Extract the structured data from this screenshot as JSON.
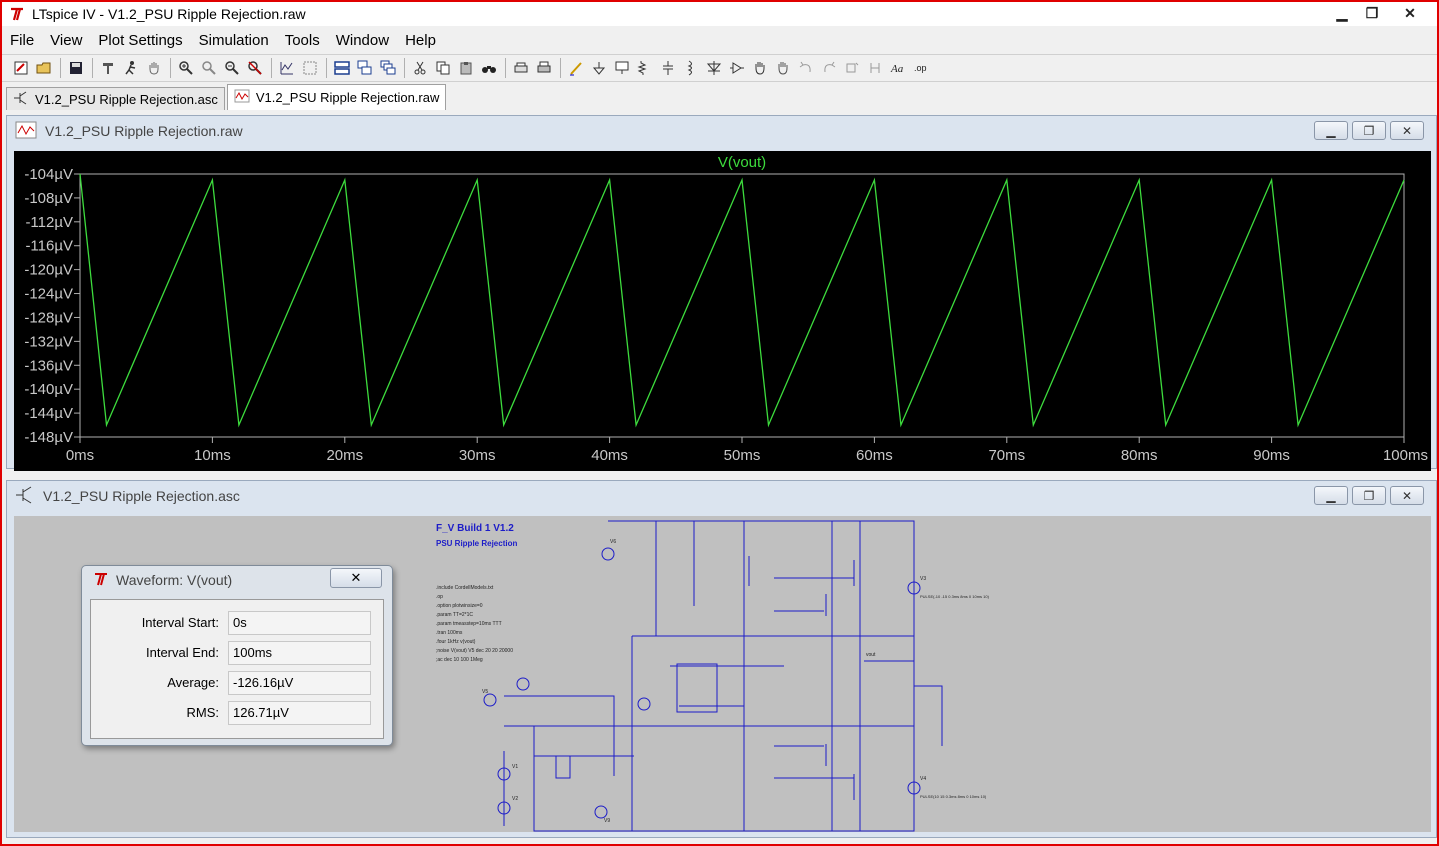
{
  "window": {
    "title": "LTspice IV - V1.2_PSU Ripple Rejection.raw",
    "controls": {
      "minimize": "▁",
      "maximize": "❐",
      "close": "✕"
    }
  },
  "menu": [
    "File",
    "View",
    "Plot Settings",
    "Simulation",
    "Tools",
    "Window",
    "Help"
  ],
  "toolbar": {
    "icons": [
      "new-schematic-icon",
      "open-icon",
      "save-icon",
      "control-panel-icon",
      "run-icon",
      "pan-icon",
      "zoom-in-icon",
      "zoom-area-icon",
      "zoom-out-icon",
      "zoom-cancel-icon",
      "autorange-icon",
      "tile-icon",
      "tile-horizontal-icon",
      "tile-vertical-icon",
      "cascade-icon",
      "cut-icon",
      "copy-icon",
      "paste-icon",
      "find-icon",
      "print-preview-icon",
      "print-icon",
      "wire-icon",
      "ground-icon",
      "label-icon",
      "resistor-icon",
      "capacitor-icon",
      "inductor-icon",
      "diode-icon",
      "component-icon",
      "move-icon",
      "drag-icon",
      "undo-icon",
      "redo-icon",
      "rotate-icon",
      "mirror-icon",
      "text-icon",
      "spice-directive-icon"
    ]
  },
  "tabs": [
    {
      "label": "V1.2_PSU Ripple Rejection.asc"
    },
    {
      "label": "V1.2_PSU Ripple Rejection.raw"
    }
  ],
  "waveform_window": {
    "title": "V1.2_PSU Ripple Rejection.raw",
    "trace_label": "V(vout)",
    "trace_color": "#3ddc3d"
  },
  "chart_data": {
    "type": "line",
    "title": "V(vout)",
    "xlabel": "",
    "ylabel": "",
    "x_ticks": [
      "0ms",
      "10ms",
      "20ms",
      "30ms",
      "40ms",
      "50ms",
      "60ms",
      "70ms",
      "80ms",
      "90ms",
      "100ms"
    ],
    "y_ticks": [
      "-104µV",
      "-108µV",
      "-112µV",
      "-116µV",
      "-120µV",
      "-124µV",
      "-128µV",
      "-132µV",
      "-136µV",
      "-140µV",
      "-144µV",
      "-148µV"
    ],
    "xlim": [
      0,
      100
    ],
    "ylim": [
      -148,
      -104
    ],
    "grid": false,
    "series": [
      {
        "name": "V(vout)",
        "x": [
          0,
          2,
          10,
          12,
          20,
          22,
          30,
          32,
          40,
          42,
          50,
          52,
          60,
          62,
          70,
          72,
          80,
          82,
          90,
          92,
          100
        ],
        "y": [
          -104,
          -146,
          -105,
          -146,
          -105,
          -146,
          -105,
          -146,
          -105,
          -146,
          -105,
          -146,
          -105,
          -146,
          -105,
          -146,
          -105,
          -146,
          -105,
          -146,
          -105
        ]
      }
    ]
  },
  "schematic_window": {
    "title": "V1.2_PSU Ripple Rejection.asc",
    "heading": "F_V Build 1 V1.2",
    "subheading": "PSU Ripple Rejection",
    "directives": [
      ".include CordellModels.txt",
      ".op",
      ".option plotwinsize=0",
      ".param TT=2*1C",
      ".param tmeasstep=10ms TTT",
      ".tran 100ms",
      ".four 1kHz v(vout)",
      ";noise V(vout) V5 dec 20 20 20000",
      ";ac dec 10 100 1Meg"
    ],
    "labels": {
      "v1": "V1",
      "v2": "V2",
      "v5": "V5",
      "v6": "V6",
      "v9": "V9",
      "v3": "V3",
      "v4": "V4",
      "vout": "vout",
      "pulse1": "PULSE(-10 -15 0.3ms 8ms 0 10ms 10)",
      "pulse2": "PULSE(10 15 0.3ms 8ms 0 10ms 10)"
    }
  },
  "dialog": {
    "title": "Waveform: V(vout)",
    "close": "✕",
    "rows": [
      {
        "label": "Interval Start:",
        "value": "0s"
      },
      {
        "label": "Interval End:",
        "value": "100ms"
      },
      {
        "label": "Average:",
        "value": "-126.16µV"
      },
      {
        "label": "RMS:",
        "value": "126.71µV"
      }
    ]
  }
}
